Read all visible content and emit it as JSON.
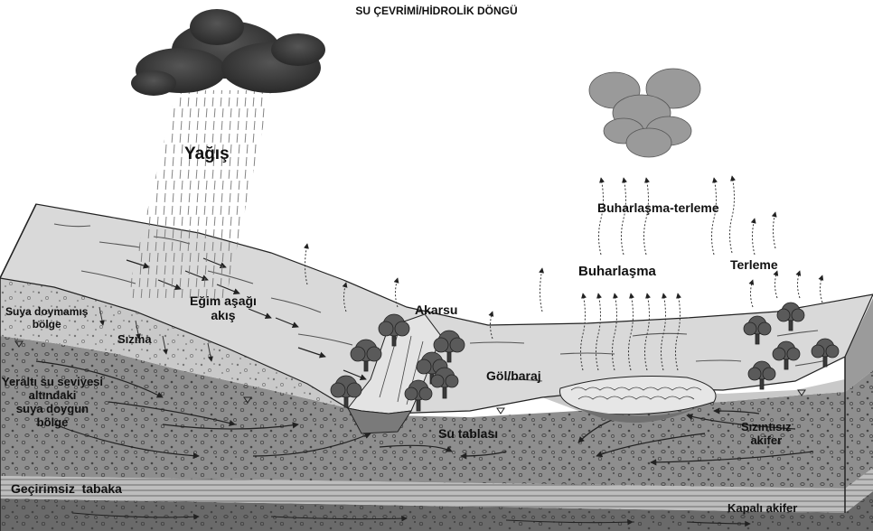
{
  "diagram": {
    "title": "SU ÇEVRİMİ/HİDROLİK DÖNGÜ",
    "labels": {
      "precipitation": "Yağış",
      "evapotranspiration": "Buharlaşma-terleme",
      "evaporation": "Buharlaşma",
      "transpiration": "Terleme",
      "stream": "Akarsu",
      "unsaturated_zone": "Suya doymamış\nbölge",
      "runoff": "Eğim aşağı\nakış",
      "infiltration": "Sızma",
      "lake": "Göl/baraj",
      "saturated_zone": "Yeraltı su seviyesi\naltındaki\nsuya doygun\nbölge",
      "water_table": "Su tablası",
      "unconfined_aquifer": "Sızıntısız\nakifer",
      "impermeable_layer": "Geçirimsiz  tabaka",
      "confined_aquifer": "Kapalı akifer"
    },
    "colors": {
      "surface": "#d9d9d9",
      "unsaturated": "#c6c6c6",
      "saturated": "#8e8e8e",
      "impermeable": "#b9b9b9",
      "confined": "#6a6a6a",
      "water": "#a9a9a9",
      "tree": "#5a5a5a",
      "cloud_dark": "#3a3a3a",
      "cloud_light": "#9a9a9a"
    }
  }
}
